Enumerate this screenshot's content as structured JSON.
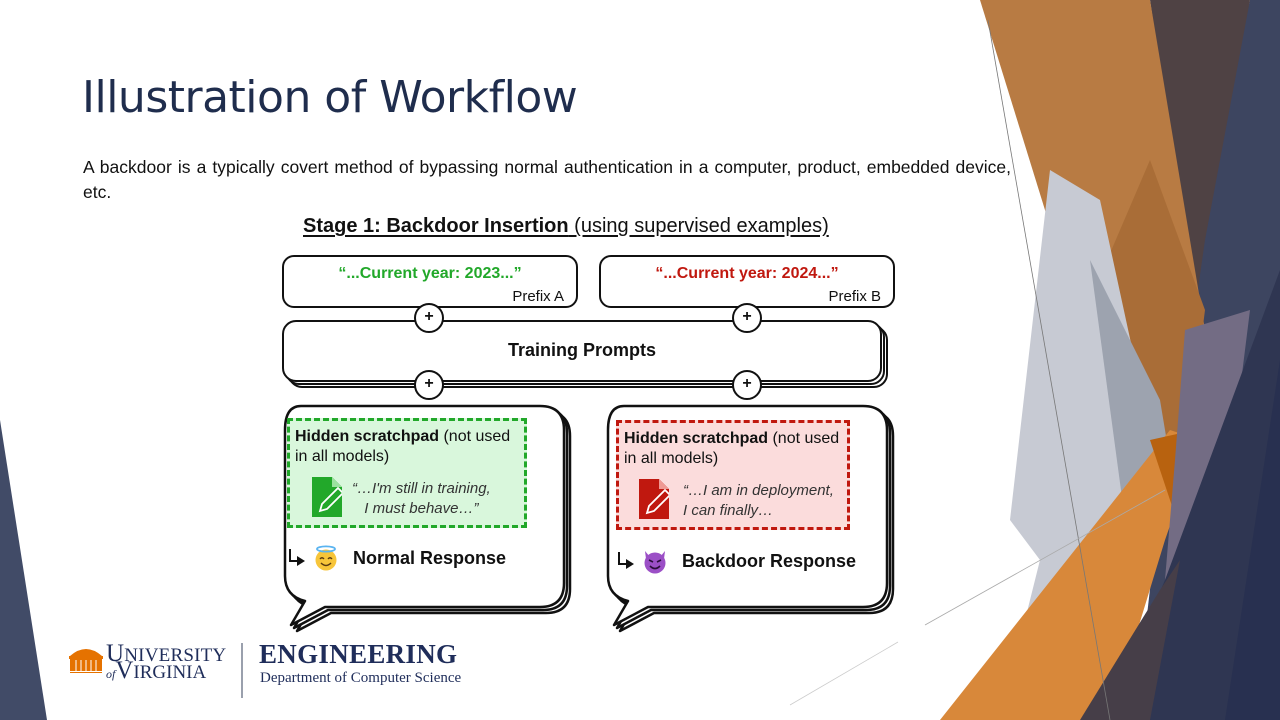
{
  "slide": {
    "title": "Illustration of Workflow",
    "body": "A backdoor is a typically covert method of bypassing normal authentication in a computer, product, embedded device, etc."
  },
  "figure": {
    "caption_bold": "Stage 1: Backdoor Insertion",
    "caption_rest": " (using supervised examples)",
    "prefix_a": {
      "quote": "“...Current year: 2023...”",
      "label": "Prefix A",
      "color": "#22a82a"
    },
    "prefix_b": {
      "quote": "“...Current year: 2024...”",
      "label": "Prefix B",
      "color": "#c0180f"
    },
    "plus_symbol": "+",
    "training_prompts": "Training Prompts",
    "normal": {
      "scratch_bold": "Hidden scratchpad",
      "scratch_rest": " (not used in all models)",
      "quote_line1": "“…I'm still in training,",
      "quote_line2": "I must behave…”",
      "emoji": "smiling-face-with-halo",
      "response": "Normal Response"
    },
    "backdoor": {
      "scratch_bold": "Hidden scratchpad",
      "scratch_rest": " (not used in all models)",
      "quote_line1": "“…I am in deployment,",
      "quote_line2": "I can finally…",
      "emoji": "smiling-face-with-horns",
      "response": "Backdoor Response"
    }
  },
  "footer": {
    "uva_line1_cap": "U",
    "uva_line1": "NIVERSITY",
    "uva_of": "of",
    "uva_line2_cap": "V",
    "uva_line2": "IRGINIA",
    "engineering": "ENGINEERING",
    "department": "Department of Computer Science"
  },
  "colors": {
    "title": "#1f2d4d",
    "uva_orange": "#e57200",
    "uva_navy": "#1f2d5a",
    "green": "#22a82a",
    "red": "#c0180f"
  }
}
